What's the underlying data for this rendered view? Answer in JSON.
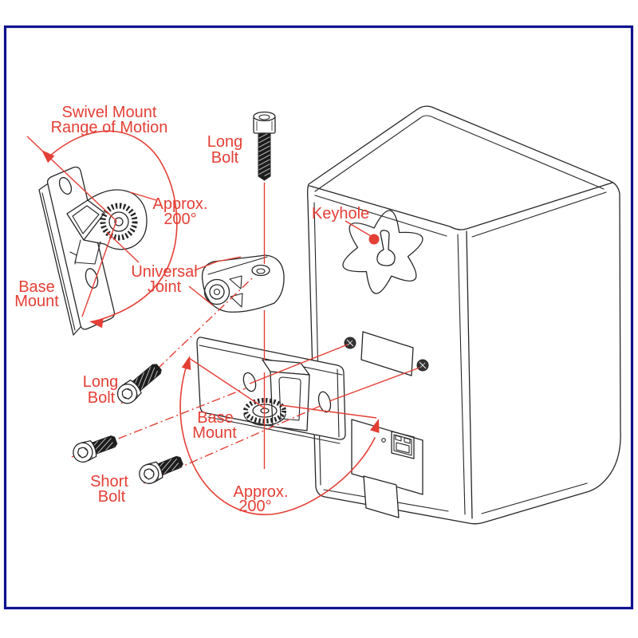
{
  "labels": {
    "swivel": {
      "l1": "Swivel Mount",
      "l2": "Range of Motion"
    },
    "long_bolt_top": {
      "l1": "Long",
      "l2": "Bolt"
    },
    "approx_top": {
      "l1": "Approx.",
      "l2": "200°"
    },
    "universal_joint": {
      "l1": "Universal",
      "l2": "Joint"
    },
    "base_mount_left": {
      "l1": "Base",
      "l2": "Mount"
    },
    "keyhole": {
      "l1": "Keyhole"
    },
    "long_bolt_lower": {
      "l1": "Long",
      "l2": "Bolt"
    },
    "short_bolt": {
      "l1": "Short",
      "l2": "Bolt"
    },
    "base_mount_center": {
      "l1": "Base",
      "l2": "Mount"
    },
    "approx_bottom": {
      "l1": "Approx.",
      "l2": "200°"
    }
  },
  "colors": {
    "annotation_red": "#e43f35",
    "line_art": "#262626",
    "frame_navy": "#10128f"
  }
}
